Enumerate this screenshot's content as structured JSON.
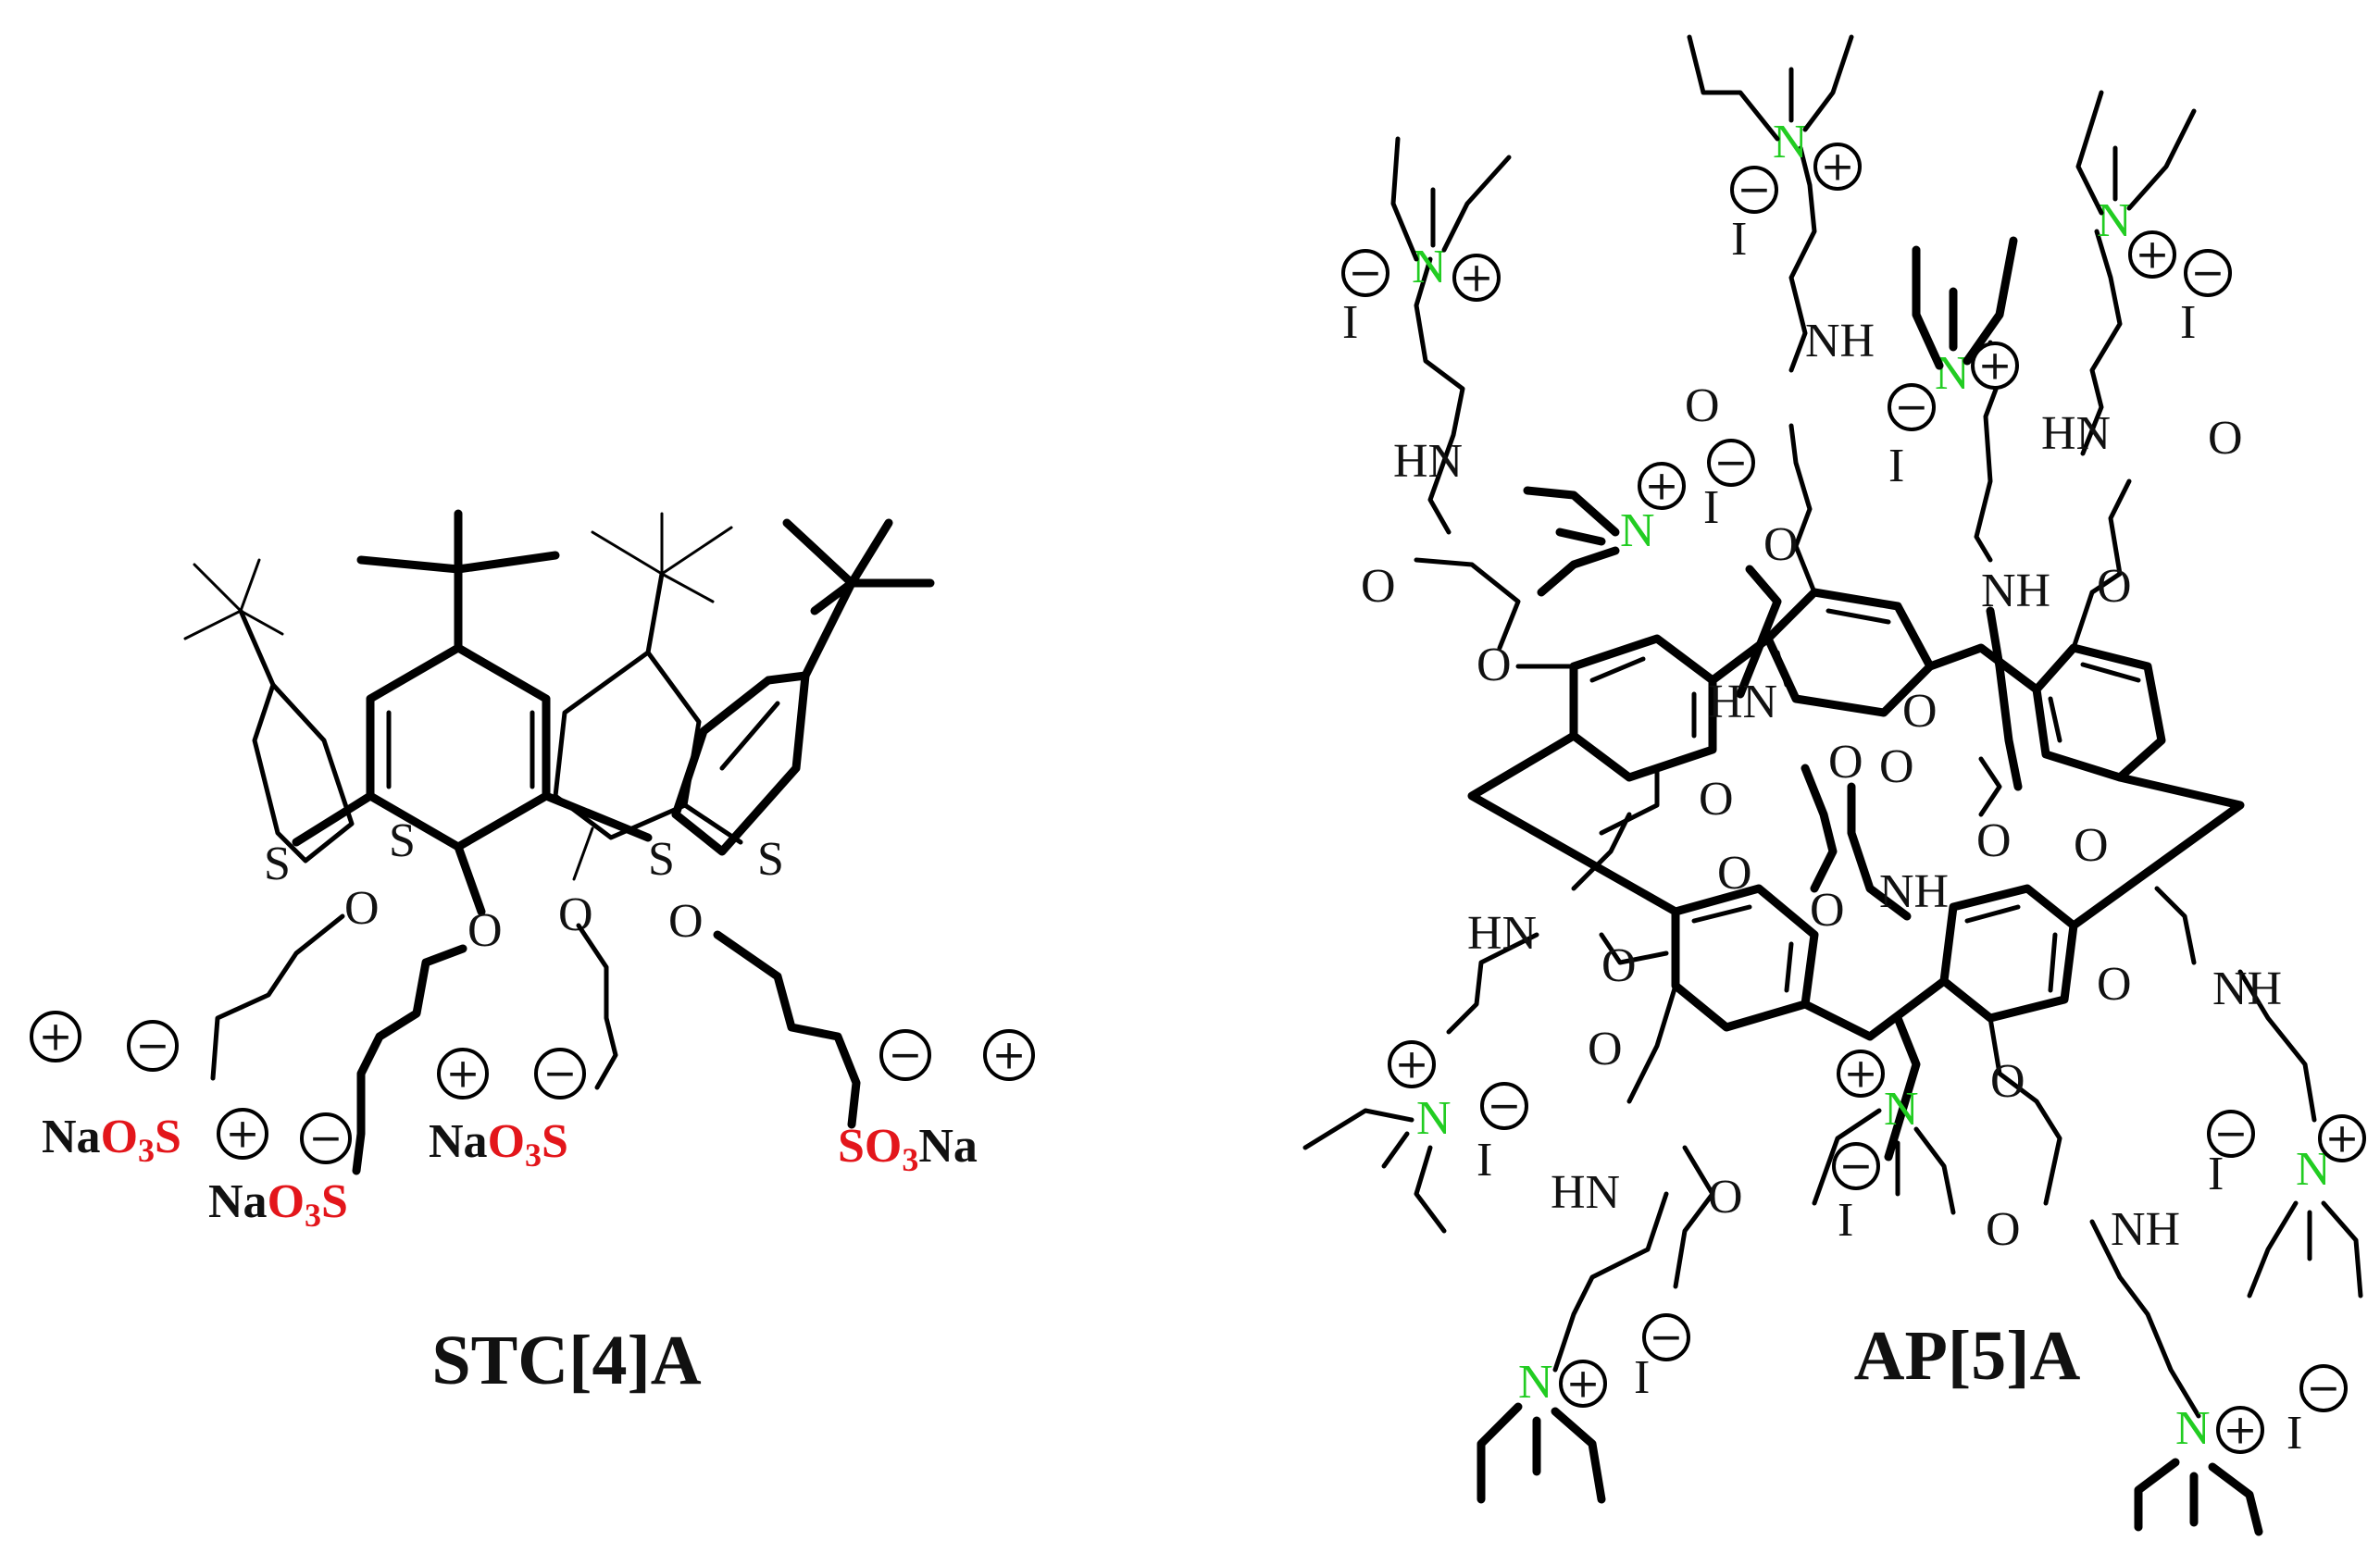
{
  "molecules": [
    {
      "name": "STC[4]A",
      "heteroatoms": {
        "sulfur": "S",
        "oxygen": "O"
      },
      "sulfonate_groups": [
        {
          "prefix": "Na",
          "core": "O",
          "sub": "3",
          "tail": "S"
        },
        {
          "prefix": "Na",
          "core": "O",
          "sub": "3",
          "tail": "S"
        },
        {
          "prefix": "Na",
          "core": "O",
          "sub": "3",
          "tail": "S"
        },
        {
          "core": "SO",
          "sub": "3",
          "tail": "Na"
        }
      ],
      "charges": [
        "+",
        "−",
        "+",
        "−",
        "+",
        "−",
        "−",
        "+"
      ]
    },
    {
      "name": "AP[5]A",
      "atoms": {
        "amide_nh": "NH",
        "amide_hn": "HN",
        "carbonyl_o": "O",
        "ether_o": "O",
        "ammonium_n": "N",
        "iodide": "I"
      },
      "charges": {
        "cation": "+",
        "anion": "−"
      }
    }
  ],
  "colors": {
    "sulfonate": "#e3161b",
    "ammonium": "#22cc22",
    "bonds": "#000000"
  }
}
